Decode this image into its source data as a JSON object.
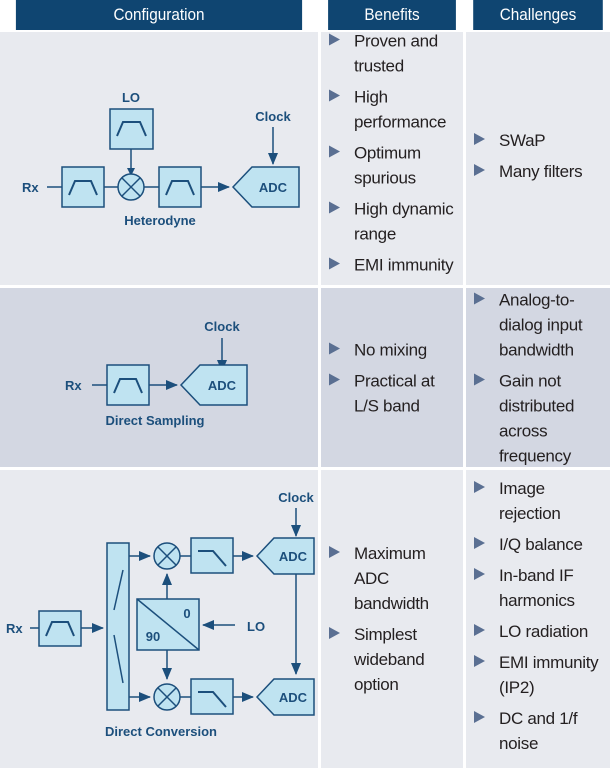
{
  "header": {
    "configuration": "Configuration",
    "benefits": "Benefits",
    "challenges": "Challenges"
  },
  "rows": [
    {
      "diagram": {
        "title": "Heterodyne",
        "rx": "Rx",
        "lo": "LO",
        "clock": "Clock",
        "adc": "ADC"
      },
      "benefits": [
        "Proven and trusted",
        "High performance",
        "Optimum spurious",
        "High dynamic range",
        "EMI immunity"
      ],
      "challenges": [
        "SWaP",
        "Many filters"
      ]
    },
    {
      "diagram": {
        "title": "Direct Sampling",
        "rx": "Rx",
        "clock": "Clock",
        "adc": "ADC"
      },
      "benefits": [
        "No mixing",
        "Practical at L/S band"
      ],
      "challenges": [
        "Analog-to-dialog input bandwidth",
        "Gain not distributed across frequency"
      ]
    },
    {
      "diagram": {
        "title": "Direct Conversion",
        "rx": "Rx",
        "lo": "LO",
        "clock": "Clock",
        "adc_i": "ADC",
        "adc_q": "ADC",
        "phase_0": "0",
        "phase_90": "90"
      },
      "benefits": [
        "Maximum ADC bandwidth",
        "Simplest wideband option"
      ],
      "challenges": [
        "Image rejection",
        "I/Q balance",
        "In-band IF harmonics",
        "LO radiation",
        "EMI immunity (IP2)",
        "DC and 1/f noise"
      ]
    }
  ],
  "colors": {
    "header_bg": "#0f4571",
    "row_light": "#e8eaef",
    "row_dark": "#d3d7e2",
    "block_fill": "#bfe3f1",
    "block_stroke": "#1c4f7c",
    "bullet": "#5a6f92"
  }
}
